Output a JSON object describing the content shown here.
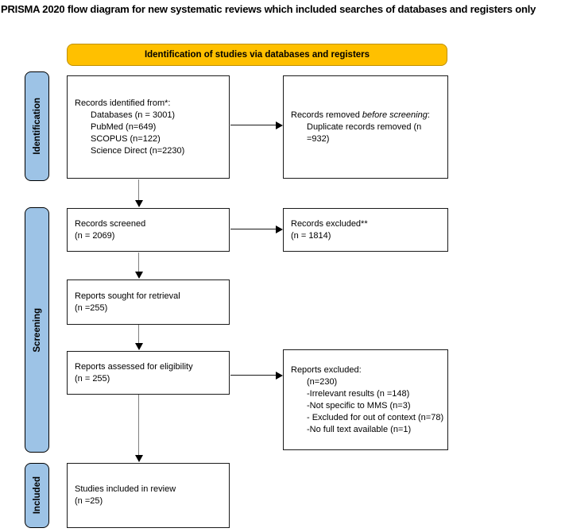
{
  "page_title": "PRISMA 2020 flow diagram for new systematic reviews which included searches of databases and registers only",
  "banner": {
    "label": "Identification of studies via databases and registers"
  },
  "stages": {
    "identification": "Identification",
    "screening": "Screening",
    "included": "Included"
  },
  "boxes": {
    "records_identified": {
      "title": "Records identified from*:",
      "items": [
        "Databases (n = 3001)",
        "PubMed (n=649)",
        "SCOPUS (n=122)",
        "Science Direct (n=2230)"
      ]
    },
    "records_removed": {
      "title_prefix": "Records removed ",
      "title_italic": "before screening",
      "title_suffix": ":",
      "items": [
        "Duplicate records removed (n =932)"
      ]
    },
    "records_screened": {
      "line1": "Records screened",
      "line2": "(n = 2069)"
    },
    "records_excluded": {
      "line1": "Records excluded**",
      "line2": "(n = 1814)"
    },
    "reports_sought": {
      "line1": "Reports sought for retrieval",
      "line2": "(n =255)"
    },
    "reports_assessed": {
      "line1": "Reports assessed for eligibility",
      "line2": "(n = 255)"
    },
    "reports_excluded": {
      "title": "Reports excluded:",
      "items": [
        "(n=230)",
        "-Irrelevant results (n =148)",
        "-Not specific to MMS (n=3)",
        "- Excluded for out of context (n=78)",
        "-No full text available (n=1)"
      ]
    },
    "studies_included": {
      "line1": "Studies included in review",
      "line2": "(n =25)"
    }
  },
  "colors": {
    "banner_fill": "#FFC000",
    "banner_border": "#BF9000",
    "stage_fill": "#9DC3E6",
    "box_border": "#1A1A1A",
    "arrow_stem_gray": "#7F7F7F",
    "arrowhead": "#000000"
  }
}
